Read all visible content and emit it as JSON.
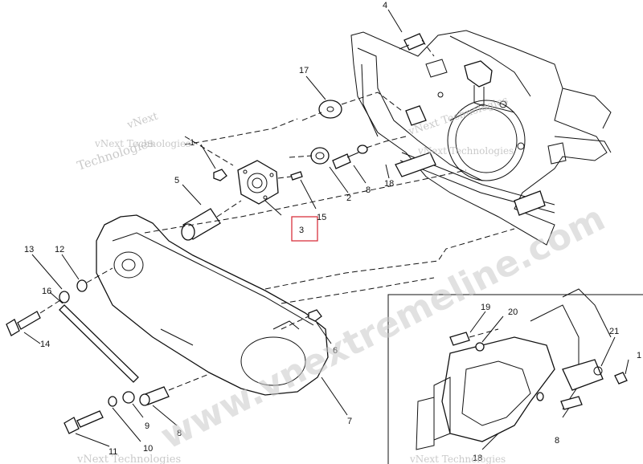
{
  "callouts": [
    {
      "id": "c4",
      "text": "4"
    },
    {
      "id": "c17",
      "text": "17"
    },
    {
      "id": "c1a",
      "text": "1"
    },
    {
      "id": "c5",
      "text": "5"
    },
    {
      "id": "c2",
      "text": "2"
    },
    {
      "id": "c8a",
      "text": "8"
    },
    {
      "id": "c18a",
      "text": "18"
    },
    {
      "id": "c15",
      "text": "15"
    },
    {
      "id": "c3",
      "text": "3"
    },
    {
      "id": "c13",
      "text": "13"
    },
    {
      "id": "c12",
      "text": "12"
    },
    {
      "id": "c16",
      "text": "16"
    },
    {
      "id": "c14",
      "text": "14"
    },
    {
      "id": "c6",
      "text": "6"
    },
    {
      "id": "c7",
      "text": "7"
    },
    {
      "id": "c9",
      "text": "9"
    },
    {
      "id": "c10",
      "text": "10"
    },
    {
      "id": "c8b",
      "text": "8"
    },
    {
      "id": "c11",
      "text": "11"
    },
    {
      "id": "c19",
      "text": "19"
    },
    {
      "id": "c20",
      "text": "20"
    },
    {
      "id": "c21",
      "text": "21"
    },
    {
      "id": "c1b",
      "text": "1"
    },
    {
      "id": "c8c",
      "text": "8"
    },
    {
      "id": "c18b",
      "text": "18"
    }
  ],
  "watermarks": {
    "vnext_1": "vNext",
    "vnext_tech_1": "vNext Technologies",
    "technologies_1": "Technologies",
    "vnext_tech_2": "vNext Technologies",
    "vnext_tech_3": "vNext Technologies",
    "vnext_tech_4": "vNext Technologies",
    "vnext_tech_5": "vNext Technologies",
    "site": "www.vnextremeline.com"
  },
  "highlight_color": "#d9333f"
}
